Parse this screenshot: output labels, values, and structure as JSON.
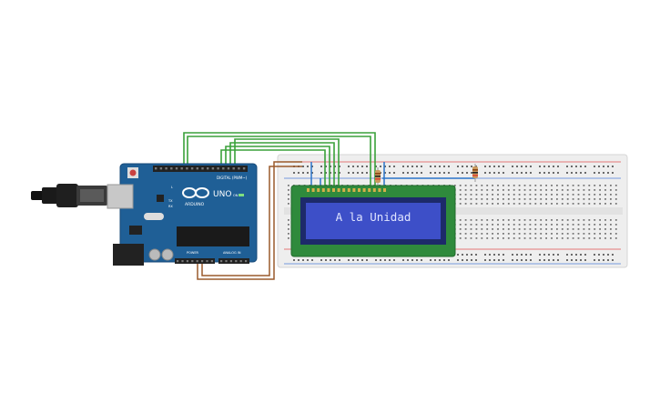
{
  "lcd": {
    "message": "A la Unidad"
  },
  "arduino": {
    "model_label": "UNO",
    "brand_label": "ARDUINO",
    "digital_header_label": "DIGITAL (PWM~)",
    "power_header_label": "POWER",
    "analog_header_label": "ANALOG IN",
    "tx_label": "TX",
    "rx_label": "RX",
    "l_label": "L",
    "on_label": "ON"
  },
  "colors": {
    "board": "#1f5f96",
    "board_dark": "#174a78",
    "breadboard": "#eeeeee",
    "lcd_frame": "#2f8a3c",
    "lcd_screen": "#3d4fc8",
    "lcd_text": "#dfe4ff",
    "wire_green": "#3aa13a",
    "wire_brown": "#9a5a2c",
    "wire_blue": "#2a74c8",
    "rail_red": "#e05050",
    "rail_blue": "#4f7fd8"
  },
  "icons": {
    "usb": "usb-plug-icon",
    "logo": "arduino-infinity-logo"
  }
}
